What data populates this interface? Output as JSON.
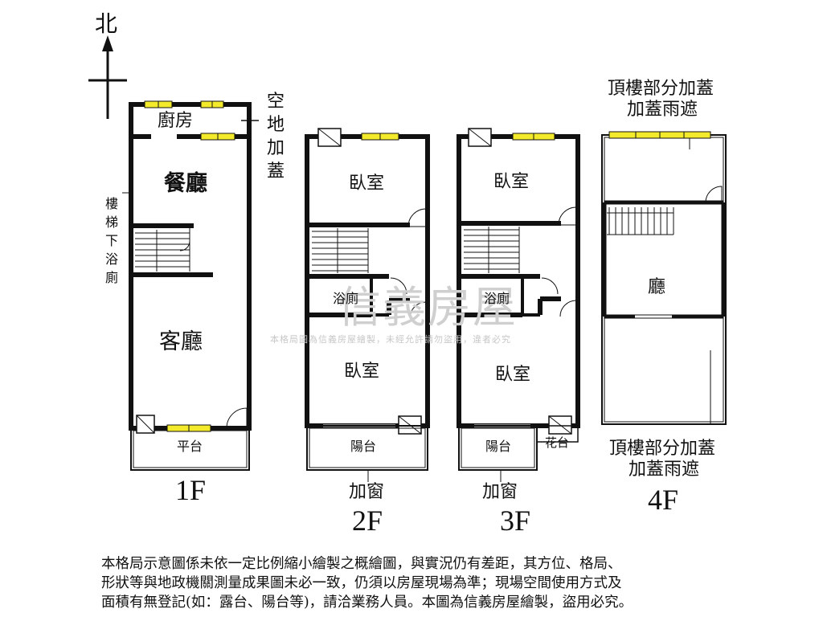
{
  "compass": {
    "north_label": "北"
  },
  "watermark": {
    "brand": "信義房屋",
    "notice": "本格局圖為信義房屋繪製，未經允許請勿盜用，違者必究"
  },
  "floors": {
    "f1": {
      "label": "1F",
      "rooms": {
        "kitchen": "廚房",
        "dining": "餐廳",
        "living": "客廳",
        "platform": "平台"
      },
      "notes": {
        "extension": "空地加蓋",
        "stair_bath": "樓梯下浴廁"
      }
    },
    "f2": {
      "label": "2F",
      "rooms": {
        "bedroom_north": "臥室",
        "bathroom": "浴廁",
        "bedroom_south": "臥室",
        "balcony": "陽台"
      },
      "notes": {
        "window": "加窗"
      }
    },
    "f3": {
      "label": "3F",
      "rooms": {
        "bedroom_north": "臥室",
        "bathroom": "浴廁",
        "bedroom_south": "臥室",
        "balcony": "陽台",
        "planter": "花台"
      },
      "notes": {
        "window": "加窗"
      }
    },
    "f4": {
      "label": "4F",
      "rooms": {
        "hall": "廳"
      },
      "notes": {
        "top_line1": "頂樓部分加蓋",
        "top_line2": "加蓋雨遮",
        "bottom_line1": "頂樓部分加蓋",
        "bottom_line2": "加蓋雨遮"
      }
    }
  },
  "disclaimer": {
    "line1": "本格局示意圖係未依一定比例縮小繪製之概繪圖，與實況仍有差距，其方位、格局、",
    "line2": "形狀等與地政機關測量成果圖未必一致，仍須以房屋現場為準；現場空間使用方式及",
    "line3": "面積有無登記(如：露台、陽台等)，請洽業務人員。本圖為信義房屋繪製，盜用必究。"
  },
  "colors": {
    "wall": "#111111",
    "window_glass": "#f2ea2a",
    "watermark": "#cfcfcf"
  }
}
